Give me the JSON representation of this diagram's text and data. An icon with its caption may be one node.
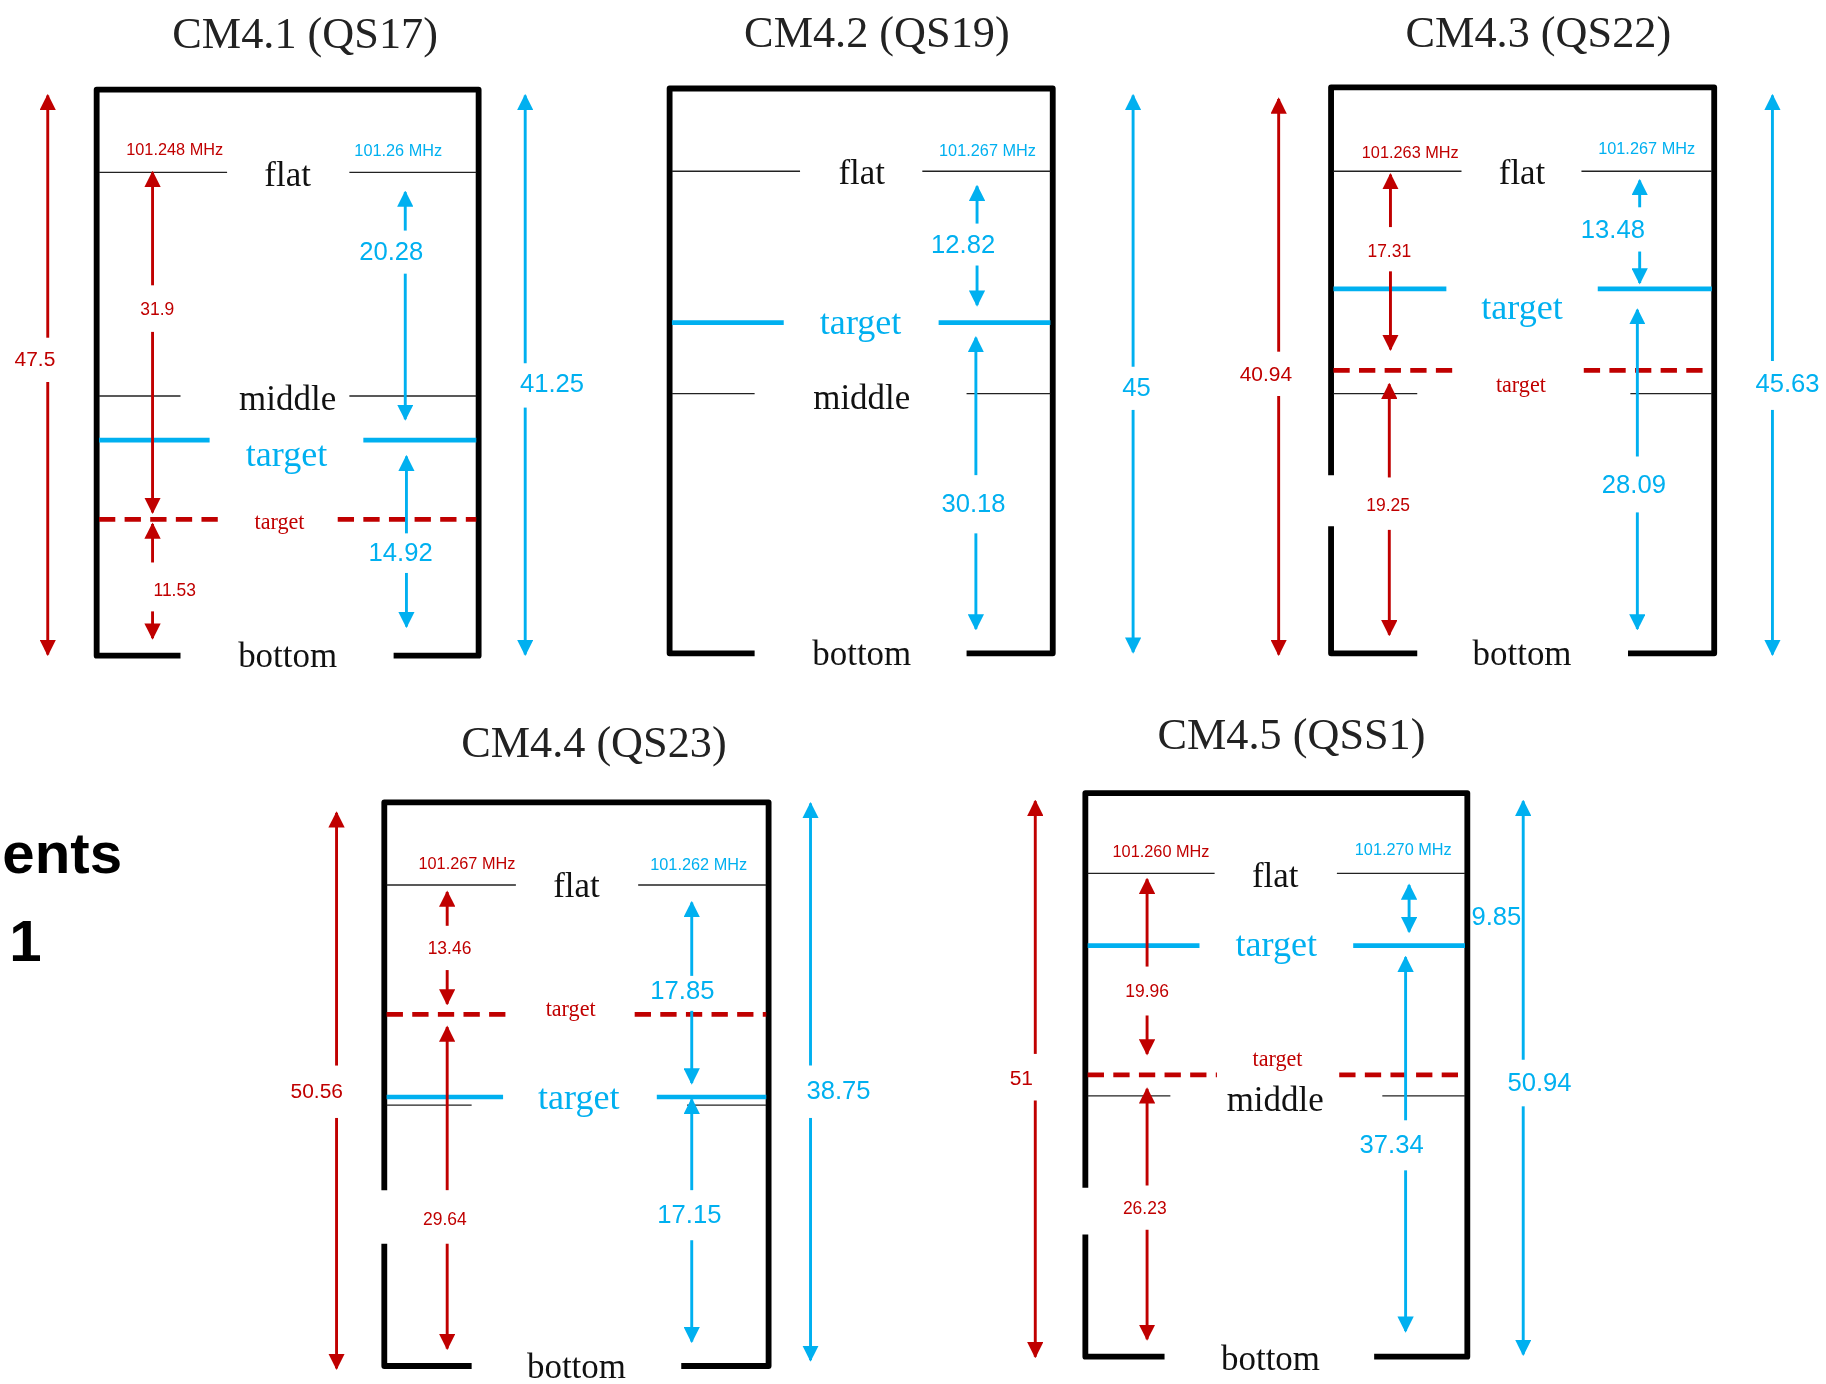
{
  "diagram": {
    "nodes": [
      {
        "text": [
          "CM4.1 (QS17)",
          "101.248 MHz",
          "101.26 MHz",
          "flat",
          "20.28",
          "31.9",
          "middle",
          "target",
          "target",
          "14.92",
          "11.53",
          "bottom",
          "47.5",
          "41.25"
        ]
      },
      {
        "text": [
          "CM4.2 (QS19)",
          "101.267 MHz",
          "flat",
          "12.82",
          "target",
          "middle",
          "30.18",
          "bottom",
          "45"
        ]
      },
      {
        "text": [
          "CM4.3 (QS22)",
          "101.263 MHz",
          "101.267 MHz",
          "flat",
          "13.48",
          "17.31",
          "target",
          "target",
          "28.09",
          "19.25",
          "bottom",
          "40.94",
          "45.63"
        ]
      },
      {
        "text": [
          "CM4.4 (QS23)",
          "101.267 MHz",
          "101.262 MHz",
          "flat",
          "13.46",
          "17.85",
          "target",
          "target",
          "17.15",
          "29.64",
          "bottom",
          "50.56",
          "38.75"
        ]
      },
      {
        "text": [
          "CM4.5 (QSS1)",
          "101.260 MHz",
          "101.270 MHz",
          "flat",
          "9.85",
          "target",
          "19.96",
          "target",
          "middle",
          "37.34",
          "26.23",
          "bottom",
          "51",
          "50.94"
        ]
      }
    ],
    "labels": [
      "ents",
      "1"
    ]
  }
}
